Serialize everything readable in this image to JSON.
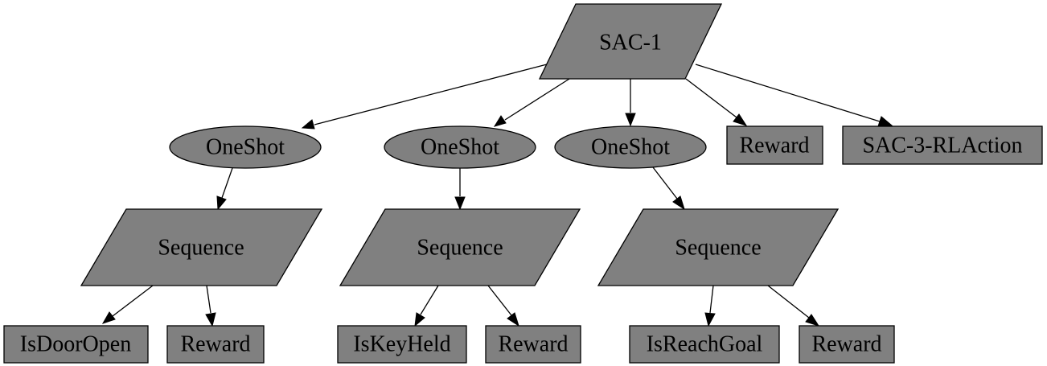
{
  "diagram": {
    "nodes": {
      "root": "SAC-1",
      "oneshot_1": "OneShot",
      "oneshot_2": "OneShot",
      "oneshot_3": "OneShot",
      "reward_top": "Reward",
      "rlaction": "SAC-3-RLAction",
      "sequence_1": "Sequence",
      "sequence_2": "Sequence",
      "sequence_3": "Sequence",
      "is_door_open": "IsDoorOpen",
      "reward_1": "Reward",
      "is_key_held": "IsKeyHeld",
      "reward_2": "Reward",
      "is_reach_goal": "IsReachGoal",
      "reward_3": "Reward"
    },
    "edges": [
      [
        "root",
        "oneshot_1"
      ],
      [
        "root",
        "oneshot_2"
      ],
      [
        "root",
        "oneshot_3"
      ],
      [
        "root",
        "reward_top"
      ],
      [
        "root",
        "rlaction"
      ],
      [
        "oneshot_1",
        "sequence_1"
      ],
      [
        "oneshot_2",
        "sequence_2"
      ],
      [
        "oneshot_3",
        "sequence_3"
      ],
      [
        "sequence_1",
        "is_door_open"
      ],
      [
        "sequence_1",
        "reward_1"
      ],
      [
        "sequence_2",
        "is_key_held"
      ],
      [
        "sequence_2",
        "reward_2"
      ],
      [
        "sequence_3",
        "is_reach_goal"
      ],
      [
        "sequence_3",
        "reward_3"
      ]
    ]
  }
}
